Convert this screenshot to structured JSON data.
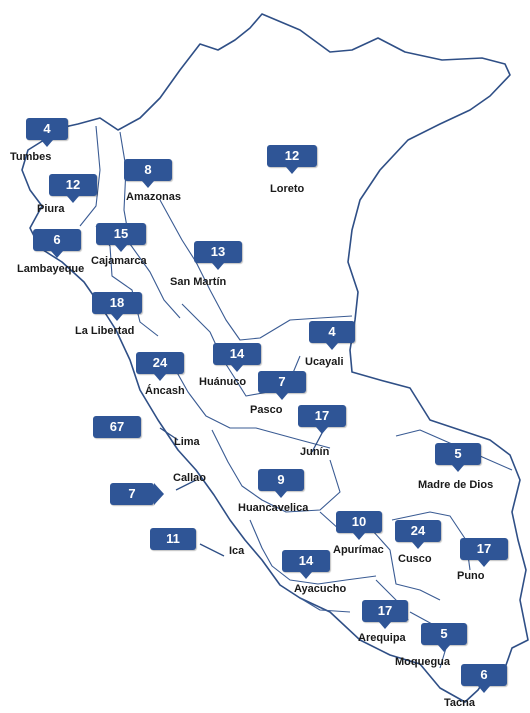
{
  "regions": [
    {
      "id": "tumbes",
      "name": "Tumbes",
      "count": "4"
    },
    {
      "id": "piura",
      "name": "Piura",
      "count": "12"
    },
    {
      "id": "lambayeque",
      "name": "Lambayeque",
      "count": "6"
    },
    {
      "id": "amazonas",
      "name": "Amazonas",
      "count": "8"
    },
    {
      "id": "cajamarca",
      "name": "Cajamarca",
      "count": "15"
    },
    {
      "id": "loreto",
      "name": "Loreto",
      "count": "12"
    },
    {
      "id": "san-martin",
      "name": "San Martín",
      "count": "13"
    },
    {
      "id": "la-libertad",
      "name": "La Libertad",
      "count": "18"
    },
    {
      "id": "ancash",
      "name": "Áncash",
      "count": "24"
    },
    {
      "id": "huanuco",
      "name": "Huánuco",
      "count": "14"
    },
    {
      "id": "ucayali",
      "name": "Ucayali",
      "count": "4"
    },
    {
      "id": "pasco",
      "name": "Pasco",
      "count": "7"
    },
    {
      "id": "junin",
      "name": "Junín",
      "count": "17"
    },
    {
      "id": "lima",
      "name": "Lima",
      "count": "67"
    },
    {
      "id": "callao",
      "name": "Callao",
      "count": "7"
    },
    {
      "id": "huancavelica",
      "name": "Huancavelica",
      "count": "9"
    },
    {
      "id": "ica",
      "name": "Ica",
      "count": "11"
    },
    {
      "id": "ayacucho",
      "name": "Ayacucho",
      "count": "14"
    },
    {
      "id": "apurimac",
      "name": "Apurímac",
      "count": "10"
    },
    {
      "id": "cusco",
      "name": "Cusco",
      "count": "24"
    },
    {
      "id": "madre-de-dios",
      "name": "Madre de Dios",
      "count": "5"
    },
    {
      "id": "puno",
      "name": "Puno",
      "count": "17"
    },
    {
      "id": "arequipa",
      "name": "Arequipa",
      "count": "17"
    },
    {
      "id": "moquegua",
      "name": "Moquegua",
      "count": "5"
    },
    {
      "id": "tacna",
      "name": "Tacna",
      "count": "6"
    }
  ],
  "colors": {
    "badge": "#2f5596",
    "border": "#2f4f86"
  }
}
